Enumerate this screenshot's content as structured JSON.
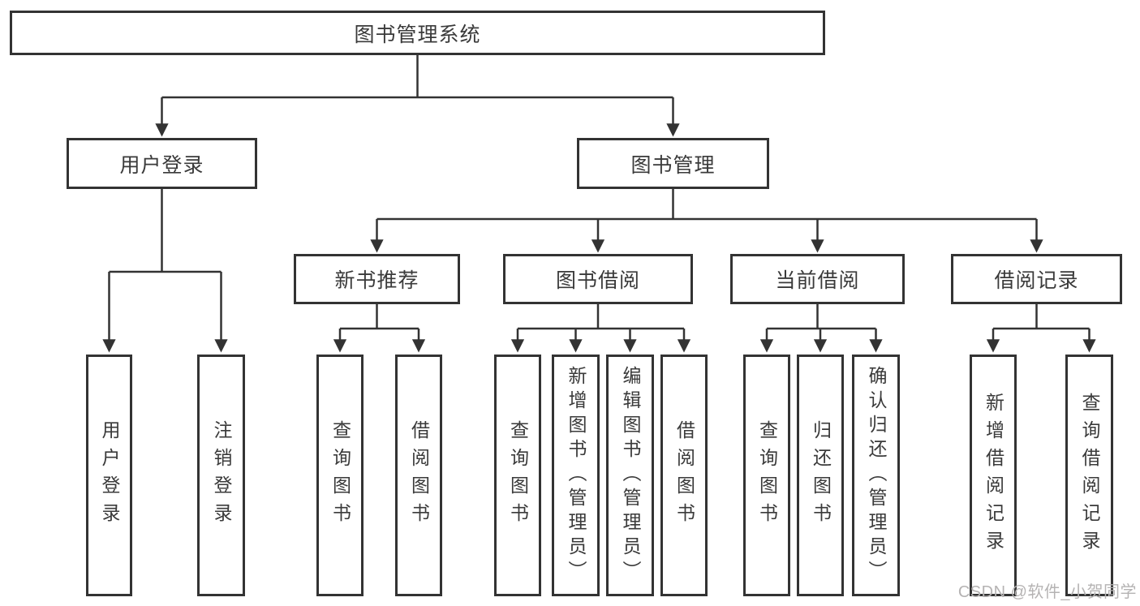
{
  "tree": {
    "label": "图书管理系统",
    "children": [
      {
        "label": "用户登录",
        "children": [
          {
            "label": "用户登录"
          },
          {
            "label": "注销登录"
          }
        ]
      },
      {
        "label": "图书管理",
        "children": [
          {
            "label": "新书推荐",
            "children": [
              {
                "label": "查询图书"
              },
              {
                "label": "借阅图书"
              }
            ]
          },
          {
            "label": "图书借阅",
            "children": [
              {
                "label": "查询图书"
              },
              {
                "label": "新增图书（管理员）"
              },
              {
                "label": "编辑图书（管理员）"
              },
              {
                "label": "借阅图书"
              }
            ]
          },
          {
            "label": "当前借阅",
            "children": [
              {
                "label": "查询图书"
              },
              {
                "label": "归还图书"
              },
              {
                "label": "确认归还（管理员）"
              }
            ]
          },
          {
            "label": "借阅记录",
            "children": [
              {
                "label": "新增借阅记录"
              },
              {
                "label": "查询借阅记录"
              }
            ]
          }
        ]
      }
    ]
  },
  "watermark": {
    "text": "CSDN @软件_小贺同学"
  },
  "colors": {
    "line": "#333333",
    "box_border": "#333333",
    "text": "#3a3a3a",
    "watermark": "#b5b3b3",
    "background": "#ffffff"
  }
}
